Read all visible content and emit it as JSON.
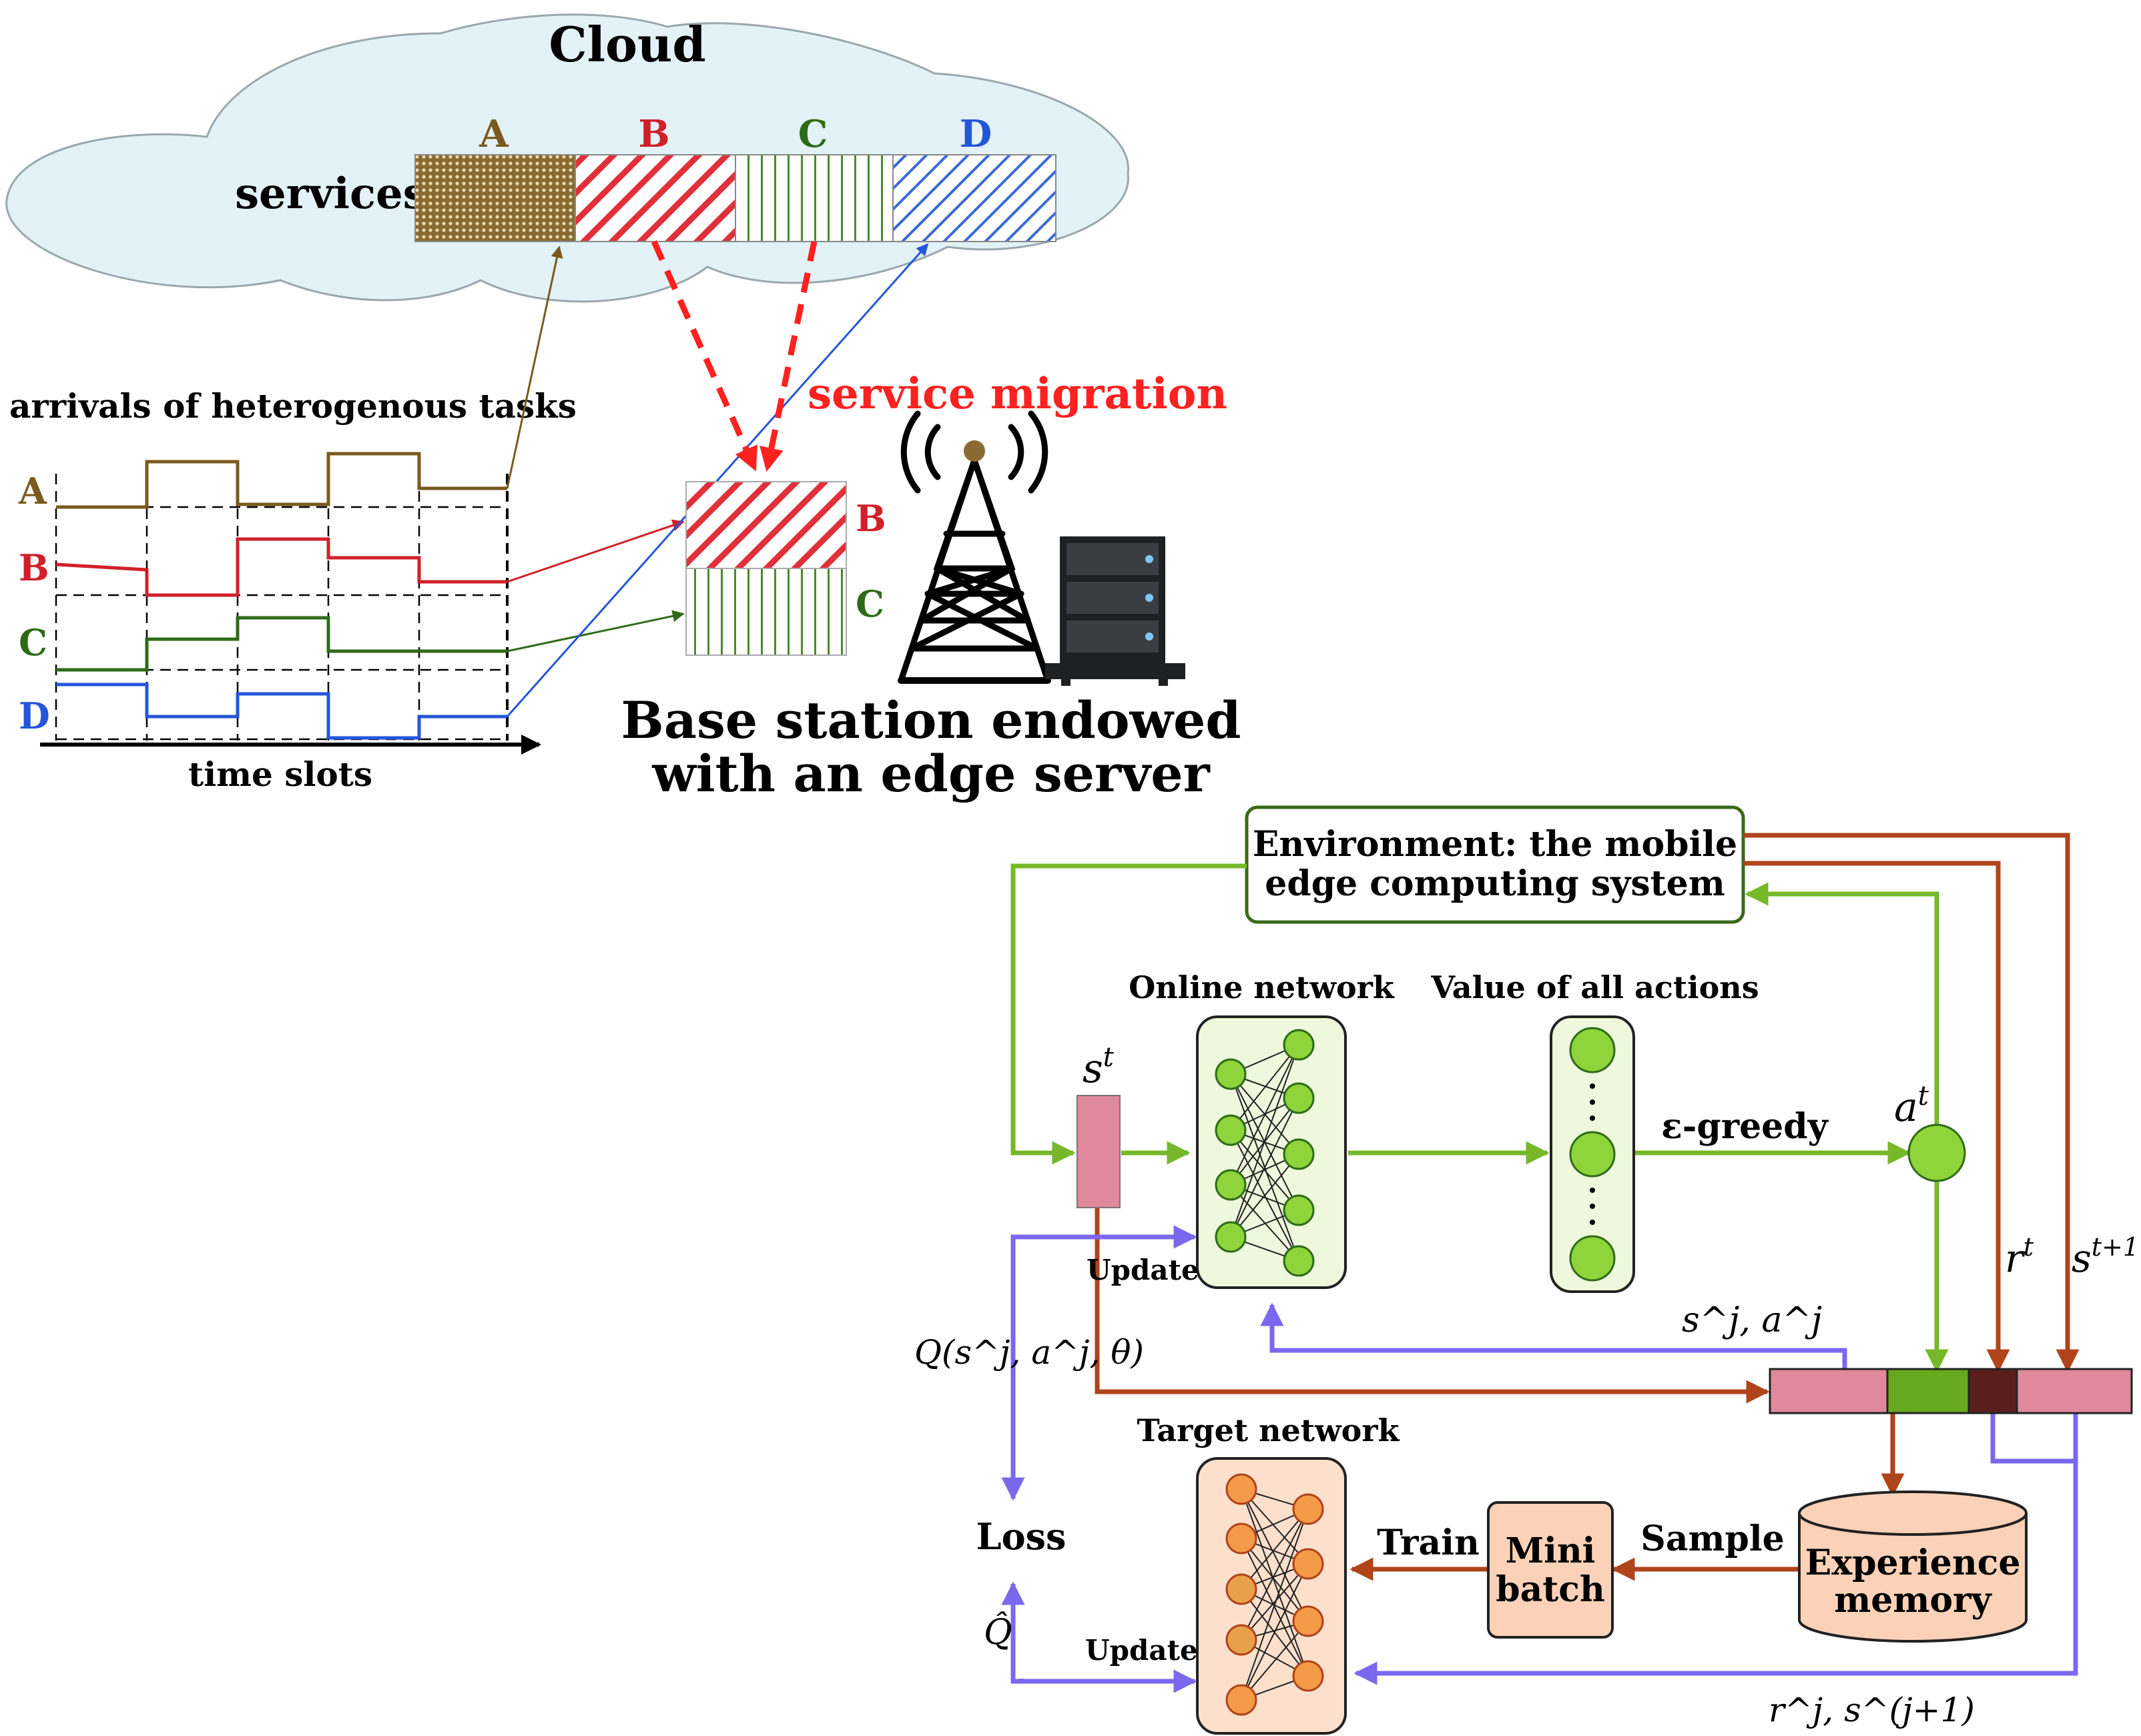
{
  "top": {
    "cloud_title": "Cloud",
    "services_label": "services",
    "service_A": "A",
    "service_B": "B",
    "service_C": "C",
    "service_D": "D",
    "arrivals_label": "arrivals of heterogenous tasks",
    "row_A": "A",
    "row_B": "B",
    "row_C": "C",
    "row_D": "D",
    "time_slots_label": "time slots",
    "migration_label": "service migration",
    "edge_B": "B",
    "edge_C": "C",
    "base_line1": "Base station endowed",
    "base_line2": "with an edge server"
  },
  "dqn": {
    "environment_line1": "Environment: the mobile",
    "environment_line2": "edge computing system",
    "online_network": "Online network",
    "value_all_actions": "Value of all actions",
    "state_base": "s",
    "state_sup": "t",
    "action_base": "a",
    "action_sup": "t",
    "egreedy": "ε-greedy",
    "reward_base": "r",
    "reward_sup": "t",
    "next_state_base": "s",
    "next_state_sup": "t+1",
    "update_online": "Update",
    "sj_aj": "s^j, a^j",
    "q_online": "Q(s^j, a^j, θ)",
    "target_network": "Target network",
    "loss": "Loss",
    "qhat": "Q̂",
    "update_target": "Update",
    "train": "Train",
    "mini_line1": "Mini",
    "mini_line2": "batch",
    "sample": "Sample",
    "exp_line1": "Experience",
    "exp_line2": "memory",
    "rj_sj1": "r^j, s^(j+1)"
  },
  "colors": {
    "service_A": "#7a5a1e",
    "service_B": "#d0202a",
    "service_C": "#2e6b18",
    "service_D": "#2456d8",
    "migration": "#ff2020",
    "green_flow": "#76b82a",
    "brown_flow": "#b0441a",
    "purple_flow": "#7b68ee",
    "cloud_fill": "#e2f2f6"
  }
}
